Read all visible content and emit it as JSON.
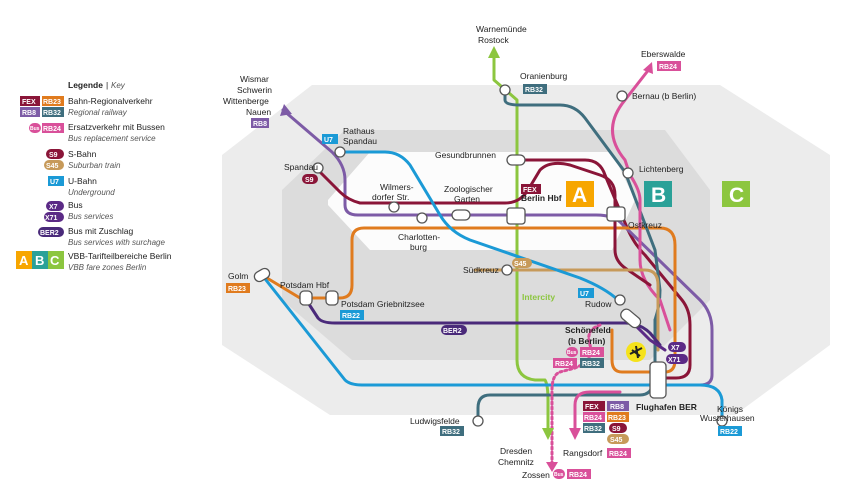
{
  "colors": {
    "fex": "#8a1538",
    "rb23": "#e07b1e",
    "rb8": "#5b2a86",
    "rb32": "#3f6e7e",
    "rb24": "#d9509a",
    "s9": "#8a1538",
    "s45": "#c79a5a",
    "u7": "#1b9ad6",
    "bus": "#5b2a86",
    "ber2": "#4a2a7a",
    "rb22": "#1b9ad6",
    "intercity": "#8cc63f",
    "zoneA": "#f7a600",
    "zoneB": "#2aa198",
    "zoneC": "#8cc63f"
  },
  "legend": {
    "title": "Legende",
    "title_en": "Key",
    "entries": [
      {
        "badges": [
          "FEX",
          "RB23",
          "RB8",
          "RB32"
        ],
        "label": "Bahn-Regionalverkehr",
        "label_en": "Regional railway"
      },
      {
        "badges": [
          "Bus",
          "RB24"
        ],
        "label": "Ersatzverkehr mit Bussen",
        "label_en": "Bus replacement service"
      },
      {
        "badges": [
          "S9",
          "S45"
        ],
        "label": "S-Bahn",
        "label_en": "Suburban train"
      },
      {
        "badges": [
          "U7"
        ],
        "label": "U-Bahn",
        "label_en": "Underground"
      },
      {
        "badges": [
          "X7",
          "X71"
        ],
        "label": "Bus",
        "label_en": "Bus services"
      },
      {
        "badges": [
          "BER2"
        ],
        "label": "Bus mit Zuschlag",
        "label_en": "Bus services with surchage"
      },
      {
        "badges": [
          "A",
          "B",
          "C"
        ],
        "label": "VBB-Tarifteilbereiche Berlin",
        "label_en": "VBB fare zones Berlin"
      }
    ]
  },
  "zones": {
    "a": "A",
    "b": "B",
    "c": "C"
  },
  "stations": {
    "warnemuende": "Warnemünde",
    "rostock": "Rostock",
    "oranienburg": "Oranienburg",
    "eberswalde": "Eberswalde",
    "bernau": "Bernau (b Berlin)",
    "wismar": "Wismar",
    "schwerin": "Schwerin",
    "wittenberge": "Wittenberge",
    "nauen": "Nauen",
    "rathaus_spandau_1": "Rathaus",
    "rathaus_spandau_2": "Spandau",
    "gesundbrunnen": "Gesundbrunnen",
    "lichtenberg": "Lichtenberg",
    "spandau": "Spandau",
    "wilmersdorfer_1": "Wilmers-",
    "wilmersdorfer_2": "dorfer Str.",
    "zoo_1": "Zoologischer",
    "zoo_2": "Garten",
    "hbf": "Berlin Hbf",
    "ostkreuz": "Ostkreuz",
    "charlottenburg_1": "Charlotten-",
    "charlottenburg_2": "burg",
    "suedkreuz": "Südkreuz",
    "intercity": "Intercity",
    "golm": "Golm",
    "potsdam_hbf": "Potsdam Hbf",
    "griebnitzsee": "Potsdam Griebnitzsee",
    "rudow": "Rudow",
    "schoenefeld_1": "Schönefeld",
    "schoenefeld_2": "(b Berlin)",
    "ber": "Flughafen BER",
    "ludwigsfelde": "Ludwigsfelde",
    "koenigs_1": "Königs",
    "koenigs_2": "Wusterhausen",
    "dresden": "Dresden",
    "chemnitz": "Chemnitz",
    "rangsdorf": "Rangsdorf",
    "zossen": "Zossen"
  },
  "badges": {
    "oranienburg_rb32": "RB32",
    "eberswalde_rb24": "RB24",
    "wismar_rb8": "RB8",
    "rathaus_u7": "U7",
    "spandau_s9": "S9",
    "hbf_fex": "FEX",
    "suedkreuz_s45": "S45",
    "golm_rb23": "RB23",
    "griebnitzsee_rb22": "RB22",
    "rudow_u7": "U7",
    "ber2": "BER2",
    "schoenefeld_bus": "Bus",
    "schoenefeld_rb24a": "RB24",
    "schoenefeld_rb24b": "RB24",
    "schoenefeld_rb32": "RB32",
    "x7": "X7",
    "x71": "X71",
    "ber_fex": "FEX",
    "ber_rb8": "RB8",
    "ber_rb24": "RB24",
    "ber_rb23": "RB23",
    "ber_rb32": "RB32",
    "ber_s9": "S9",
    "ber_s45": "S45",
    "ludwigsfelde_rb32": "RB32",
    "koenigs_rb22": "RB22",
    "rangsdorf_rb24": "RB24",
    "zossen_bus": "Bus",
    "zossen_rb24": "RB24"
  }
}
